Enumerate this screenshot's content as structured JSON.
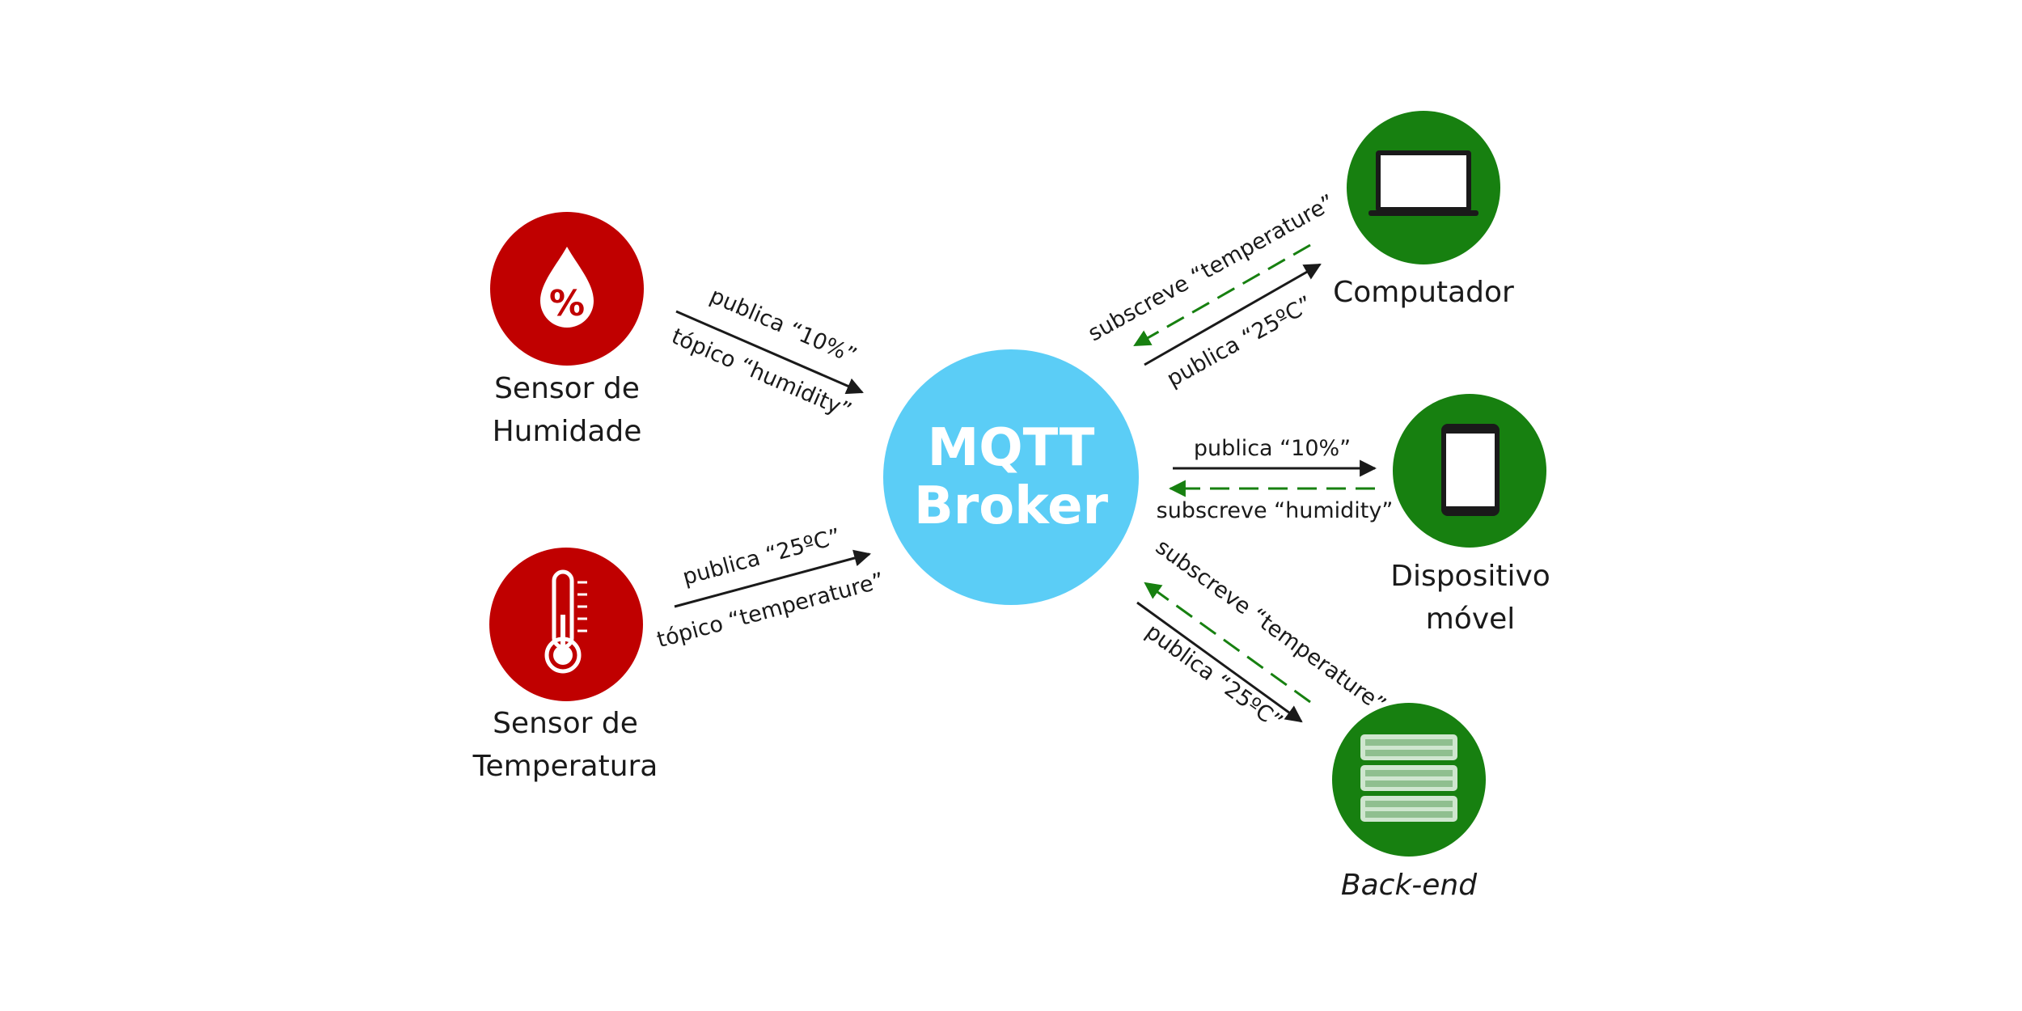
{
  "colors": {
    "sensor": "#c00000",
    "client": "#178010",
    "broker": "#5bcdf6",
    "publish_arrow": "#1a1a1a",
    "subscribe_arrow": "#178010"
  },
  "broker": {
    "line1": "MQTT",
    "line2": "Broker"
  },
  "nodes": {
    "humidity_sensor": {
      "icon": "water-drop-percent-icon",
      "icon_text": "%",
      "label_line1": "Sensor de",
      "label_line2": "Humidade"
    },
    "temperature_sensor": {
      "icon": "thermometer-icon",
      "label_line1": "Sensor de",
      "label_line2": "Temperatura"
    },
    "computer": {
      "icon": "laptop-icon",
      "label": "Computador"
    },
    "mobile": {
      "icon": "tablet-icon",
      "label_line1": "Dispositivo",
      "label_line2": "móvel"
    },
    "backend": {
      "icon": "server-rack-icon",
      "label": "Back-end"
    }
  },
  "edges": {
    "humidity_publish": {
      "label_top": "publica “10%”",
      "label_bottom": "tópico “humidity”"
    },
    "temperature_publish": {
      "label_top": "publica “25ºC”",
      "label_bottom": "tópico “temperature”"
    },
    "computer": {
      "subscribe_label": "subscreve “temperature”",
      "publish_label": "publica “25ºC”"
    },
    "mobile": {
      "publish_label": "publica “10%”",
      "subscribe_label": "subscreve “humidity”"
    },
    "backend": {
      "subscribe_label": "subscreve “temperature”",
      "publish_label": "publica “25ºC”"
    }
  }
}
